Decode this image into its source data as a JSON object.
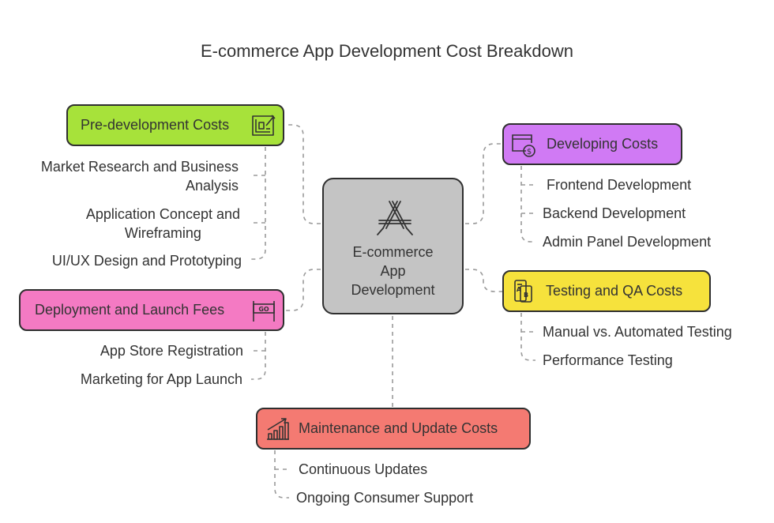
{
  "title": "E-commerce App Development Cost Breakdown",
  "center": {
    "lines": [
      "E-commerce",
      "App",
      "Development"
    ],
    "icon": "app-store-icon",
    "color": "#c4c4c4"
  },
  "branches": {
    "pre_development": {
      "label": "Pre-development Costs",
      "icon": "blueprint-icon",
      "color": "#a7e23a",
      "items": [
        [
          "Market Research and Business",
          "Analysis"
        ],
        [
          "Application Concept and",
          "Wireframing"
        ],
        [
          "UI/UX Design and Prototyping"
        ]
      ]
    },
    "deployment": {
      "label": "Deployment and Launch Fees",
      "icon": "go-banner-icon",
      "color": "#f47ac3",
      "items": [
        [
          "App Store Registration"
        ],
        [
          "Marketing for App Launch"
        ]
      ]
    },
    "developing": {
      "label": "Developing Costs",
      "icon": "browser-dollar-icon",
      "color": "#d07af4",
      "items": [
        [
          "Frontend Development"
        ],
        [
          "Backend Development"
        ],
        [
          "Admin Panel Development"
        ]
      ]
    },
    "testing": {
      "label": "Testing and QA Costs",
      "icon": "mobile-test-icon",
      "color": "#f6e23c",
      "items": [
        [
          "Manual vs. Automated Testing"
        ],
        [
          "Performance Testing"
        ]
      ]
    },
    "maintenance": {
      "label": "Maintenance and Update Costs",
      "icon": "growth-chart-icon",
      "color": "#f47a72",
      "items": [
        [
          "Continuous Updates"
        ],
        [
          "Ongoing Consumer Support"
        ]
      ]
    }
  }
}
